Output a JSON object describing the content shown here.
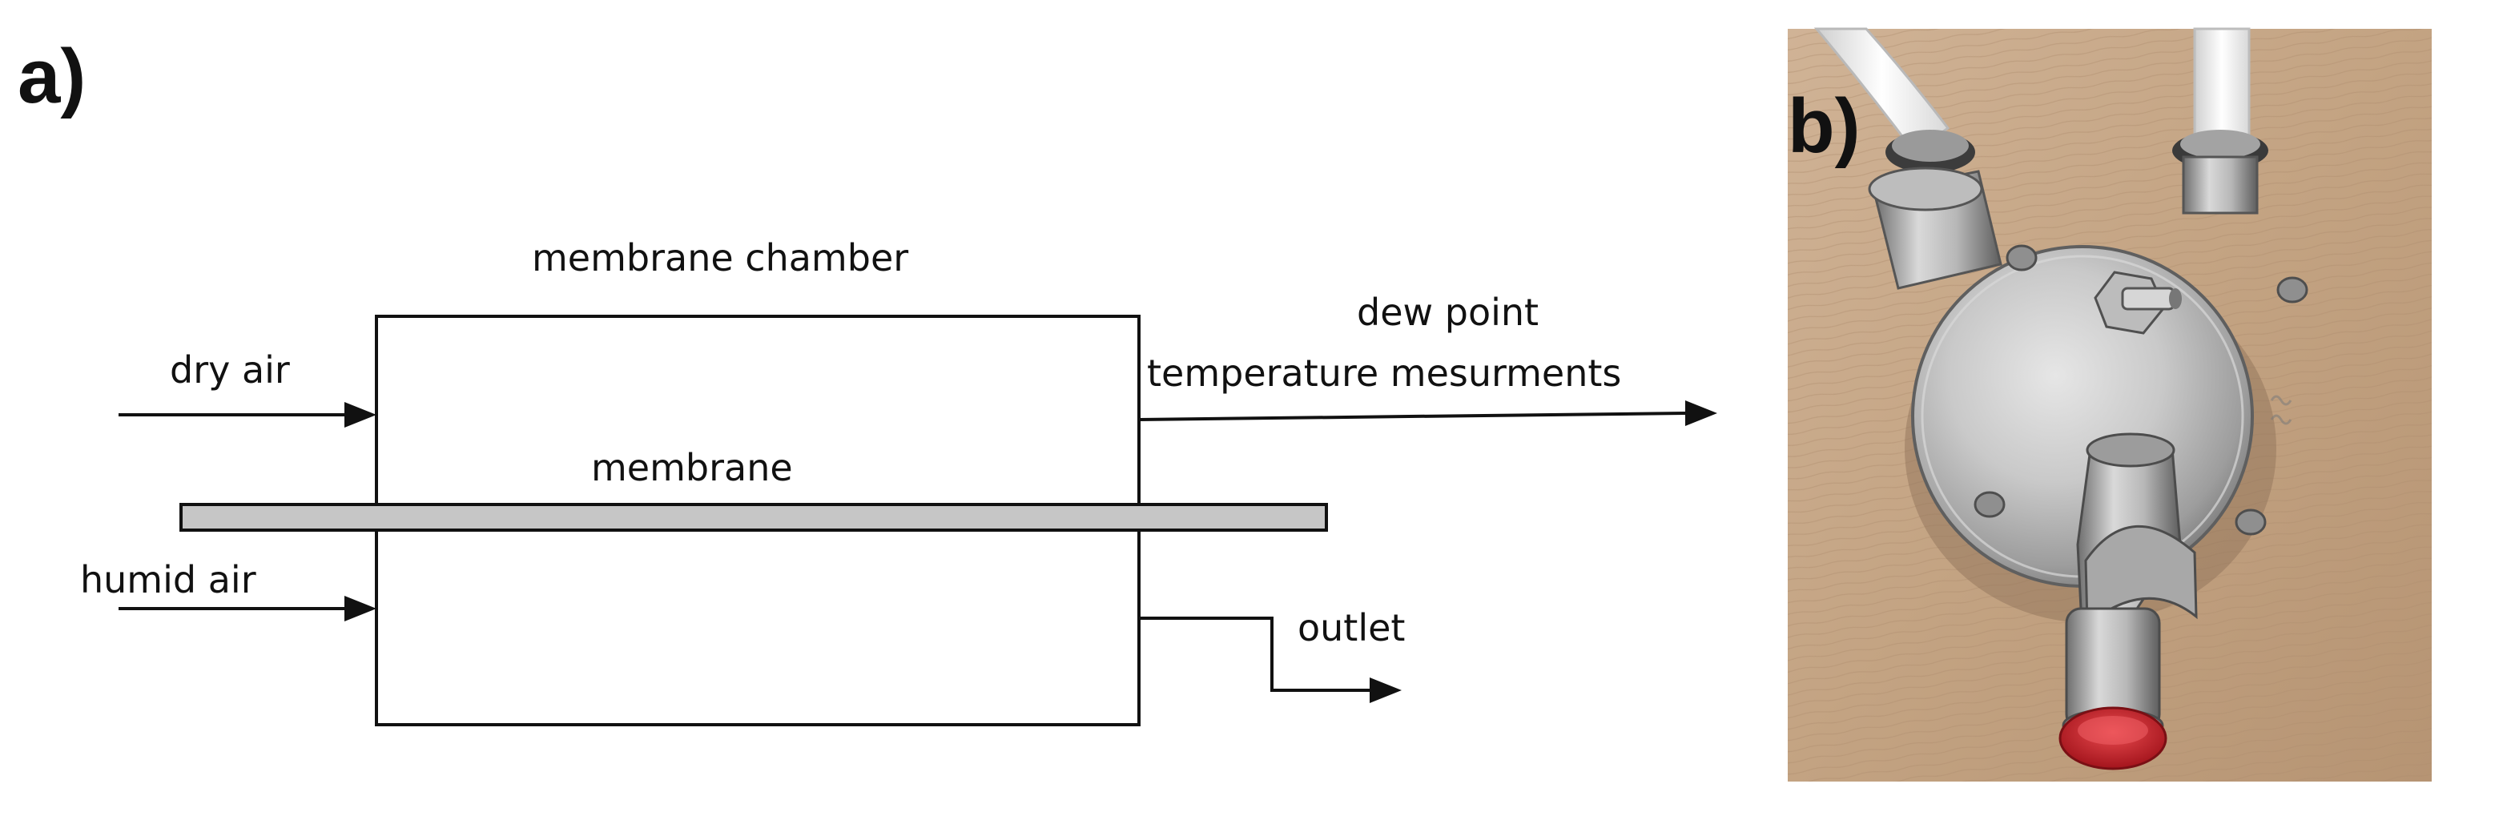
{
  "panels": {
    "a": {
      "label": "a)",
      "texts": {
        "chamber": "membrane chamber",
        "dry_air": "dry air",
        "membrane": "membrane",
        "humid_air": "humid air",
        "dew_point_line1": "dew point",
        "dew_point_line2": "temperature mesurments",
        "outlet": "outlet"
      },
      "colors": {
        "line": "#111111",
        "membrane_fill": "#c6c6c6"
      }
    },
    "b": {
      "label": "b)",
      "photo_description_icon": "membrane-chamber-photo",
      "colors": {
        "background": "#c9ab8d",
        "metal": "#c8c8c8",
        "red_cap": "#c8202a",
        "tube": "#f2f2f2"
      }
    }
  }
}
